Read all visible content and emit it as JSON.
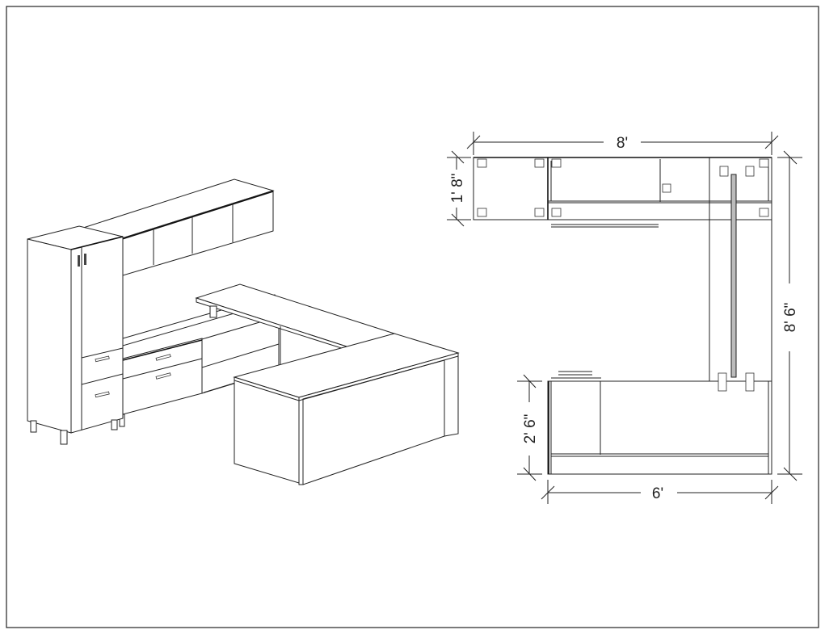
{
  "drawing": {
    "title": "U-shaped executive desk with storage tower and hutch",
    "plan_view": {
      "dimensions": {
        "overall_width": "8'",
        "hutch_depth": "1' 8\"",
        "overall_depth": "8' 6\"",
        "desk_depth": "2' 6\"",
        "desk_width": "6'"
      }
    }
  }
}
